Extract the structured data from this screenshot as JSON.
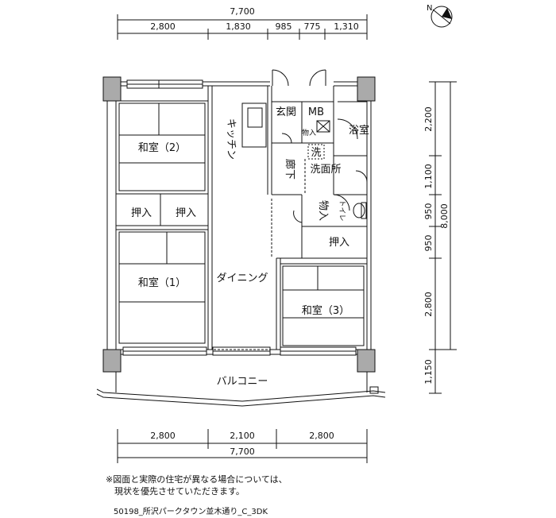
{
  "dimensions": {
    "top_total": "7,700",
    "top_segments": [
      "2,800",
      "1,830",
      "985",
      "775",
      "1,310"
    ],
    "bottom_segments": [
      "2,800",
      "2,100",
      "2,800"
    ],
    "bottom_total": "7,700",
    "right_segments": [
      "2,200",
      "1,100",
      "950",
      "950",
      "2,800",
      "1,150"
    ],
    "right_total": "8,000"
  },
  "rooms": {
    "washitsu2": "和室（2）",
    "washitsu1": "和室（1）",
    "washitsu3": "和室（3）",
    "kitchen": "キッチン",
    "dining": "ダイニング",
    "genkan": "玄関",
    "mb": "MB",
    "monoire": "物入",
    "yokushitsu": "浴室",
    "sen": "洗",
    "rouka": "廊下",
    "senmenjo": "洗面所",
    "toilet": "トイレ",
    "oshiire_a": "押入",
    "oshiire_b": "押入",
    "oshiire_c": "押入",
    "balcony": "バルコニー"
  },
  "notes": {
    "line1": "※図面と実際の住宅が異なる場合については、",
    "line2": "　現状を優先させていただきます。",
    "caption": "50198_所沢パークタウン並木通り_C_3DK"
  },
  "compass": {
    "label": "N"
  }
}
